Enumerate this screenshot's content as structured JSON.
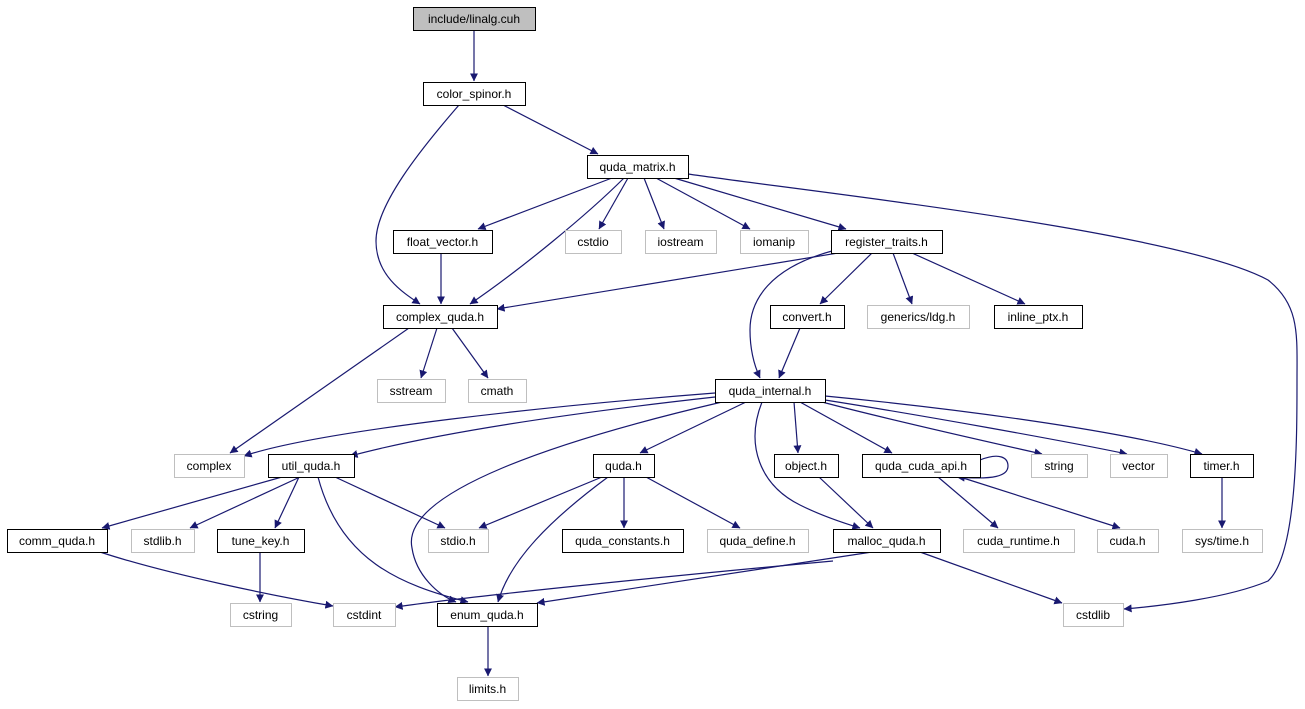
{
  "graph": {
    "title": "include/linalg.cuh",
    "colors": {
      "edge": "#191970",
      "root_fill": "#bfbfbf",
      "documented_stroke": "#000000",
      "external_stroke": "#bfbfbf",
      "external_text": "#404040"
    },
    "nodes": [
      {
        "id": "linalg",
        "label": "include/linalg.cuh",
        "kind": "root"
      },
      {
        "id": "color_spinor",
        "label": "color_spinor.h",
        "kind": "documented"
      },
      {
        "id": "quda_matrix",
        "label": "quda_matrix.h",
        "kind": "documented"
      },
      {
        "id": "float_vector",
        "label": "float_vector.h",
        "kind": "documented"
      },
      {
        "id": "cstdio",
        "label": "cstdio",
        "kind": "external"
      },
      {
        "id": "iostream",
        "label": "iostream",
        "kind": "external"
      },
      {
        "id": "iomanip",
        "label": "iomanip",
        "kind": "external"
      },
      {
        "id": "register_traits",
        "label": "register_traits.h",
        "kind": "documented"
      },
      {
        "id": "complex_quda",
        "label": "complex_quda.h",
        "kind": "documented"
      },
      {
        "id": "convert",
        "label": "convert.h",
        "kind": "documented"
      },
      {
        "id": "generics_ldg",
        "label": "generics/ldg.h",
        "kind": "external"
      },
      {
        "id": "inline_ptx",
        "label": "inline_ptx.h",
        "kind": "documented"
      },
      {
        "id": "sstream",
        "label": "sstream",
        "kind": "external"
      },
      {
        "id": "cmath",
        "label": "cmath",
        "kind": "external"
      },
      {
        "id": "quda_internal",
        "label": "quda_internal.h",
        "kind": "documented"
      },
      {
        "id": "complex",
        "label": "complex",
        "kind": "external"
      },
      {
        "id": "util_quda",
        "label": "util_quda.h",
        "kind": "documented"
      },
      {
        "id": "quda",
        "label": "quda.h",
        "kind": "documented"
      },
      {
        "id": "object",
        "label": "object.h",
        "kind": "documented"
      },
      {
        "id": "quda_cuda_api",
        "label": "quda_cuda_api.h",
        "kind": "documented"
      },
      {
        "id": "string",
        "label": "string",
        "kind": "external"
      },
      {
        "id": "vector",
        "label": "vector",
        "kind": "external"
      },
      {
        "id": "timer",
        "label": "timer.h",
        "kind": "documented"
      },
      {
        "id": "comm_quda",
        "label": "comm_quda.h",
        "kind": "documented"
      },
      {
        "id": "stdlib",
        "label": "stdlib.h",
        "kind": "external"
      },
      {
        "id": "tune_key",
        "label": "tune_key.h",
        "kind": "documented"
      },
      {
        "id": "stdio",
        "label": "stdio.h",
        "kind": "external"
      },
      {
        "id": "quda_constants",
        "label": "quda_constants.h",
        "kind": "documented"
      },
      {
        "id": "quda_define",
        "label": "quda_define.h",
        "kind": "external"
      },
      {
        "id": "malloc_quda",
        "label": "malloc_quda.h",
        "kind": "documented"
      },
      {
        "id": "cuda_runtime",
        "label": "cuda_runtime.h",
        "kind": "external"
      },
      {
        "id": "cuda",
        "label": "cuda.h",
        "kind": "external"
      },
      {
        "id": "sys_time",
        "label": "sys/time.h",
        "kind": "external"
      },
      {
        "id": "cstring",
        "label": "cstring",
        "kind": "external"
      },
      {
        "id": "cstdint",
        "label": "cstdint",
        "kind": "external"
      },
      {
        "id": "enum_quda",
        "label": "enum_quda.h",
        "kind": "documented"
      },
      {
        "id": "cstdlib",
        "label": "cstdlib",
        "kind": "external"
      },
      {
        "id": "limits",
        "label": "limits.h",
        "kind": "external"
      }
    ],
    "edges": [
      {
        "from": "linalg",
        "to": "color_spinor"
      },
      {
        "from": "color_spinor",
        "to": "quda_matrix"
      },
      {
        "from": "color_spinor",
        "to": "complex_quda"
      },
      {
        "from": "quda_matrix",
        "to": "float_vector"
      },
      {
        "from": "quda_matrix",
        "to": "complex_quda"
      },
      {
        "from": "quda_matrix",
        "to": "cstdio"
      },
      {
        "from": "quda_matrix",
        "to": "iostream"
      },
      {
        "from": "quda_matrix",
        "to": "iomanip"
      },
      {
        "from": "quda_matrix",
        "to": "register_traits"
      },
      {
        "from": "quda_matrix",
        "to": "cstdlib"
      },
      {
        "from": "float_vector",
        "to": "complex_quda"
      },
      {
        "from": "register_traits",
        "to": "complex_quda"
      },
      {
        "from": "register_traits",
        "to": "convert"
      },
      {
        "from": "register_traits",
        "to": "generics_ldg"
      },
      {
        "from": "register_traits",
        "to": "inline_ptx"
      },
      {
        "from": "register_traits",
        "to": "quda_internal"
      },
      {
        "from": "complex_quda",
        "to": "sstream"
      },
      {
        "from": "complex_quda",
        "to": "cmath"
      },
      {
        "from": "complex_quda",
        "to": "complex"
      },
      {
        "from": "convert",
        "to": "quda_internal"
      },
      {
        "from": "quda_internal",
        "to": "complex"
      },
      {
        "from": "quda_internal",
        "to": "util_quda"
      },
      {
        "from": "quda_internal",
        "to": "quda"
      },
      {
        "from": "quda_internal",
        "to": "object"
      },
      {
        "from": "quda_internal",
        "to": "quda_cuda_api"
      },
      {
        "from": "quda_internal",
        "to": "string"
      },
      {
        "from": "quda_internal",
        "to": "vector"
      },
      {
        "from": "quda_internal",
        "to": "timer"
      },
      {
        "from": "quda_internal",
        "to": "enum_quda"
      },
      {
        "from": "quda_internal",
        "to": "malloc_quda"
      },
      {
        "from": "util_quda",
        "to": "comm_quda"
      },
      {
        "from": "util_quda",
        "to": "stdlib"
      },
      {
        "from": "util_quda",
        "to": "tune_key"
      },
      {
        "from": "util_quda",
        "to": "stdio"
      },
      {
        "from": "util_quda",
        "to": "enum_quda"
      },
      {
        "from": "quda",
        "to": "stdio"
      },
      {
        "from": "quda",
        "to": "quda_constants"
      },
      {
        "from": "quda",
        "to": "quda_define"
      },
      {
        "from": "quda",
        "to": "enum_quda"
      },
      {
        "from": "object",
        "to": "malloc_quda"
      },
      {
        "from": "quda_cuda_api",
        "to": "cuda_runtime"
      },
      {
        "from": "quda_cuda_api",
        "to": "cuda"
      },
      {
        "from": "quda_cuda_api",
        "to": "quda_cuda_api"
      },
      {
        "from": "timer",
        "to": "sys_time"
      },
      {
        "from": "comm_quda",
        "to": "cstdint"
      },
      {
        "from": "tune_key",
        "to": "cstring"
      },
      {
        "from": "malloc_quda",
        "to": "cstdint"
      },
      {
        "from": "malloc_quda",
        "to": "enum_quda"
      },
      {
        "from": "malloc_quda",
        "to": "cstdlib"
      },
      {
        "from": "enum_quda",
        "to": "limits"
      }
    ]
  }
}
